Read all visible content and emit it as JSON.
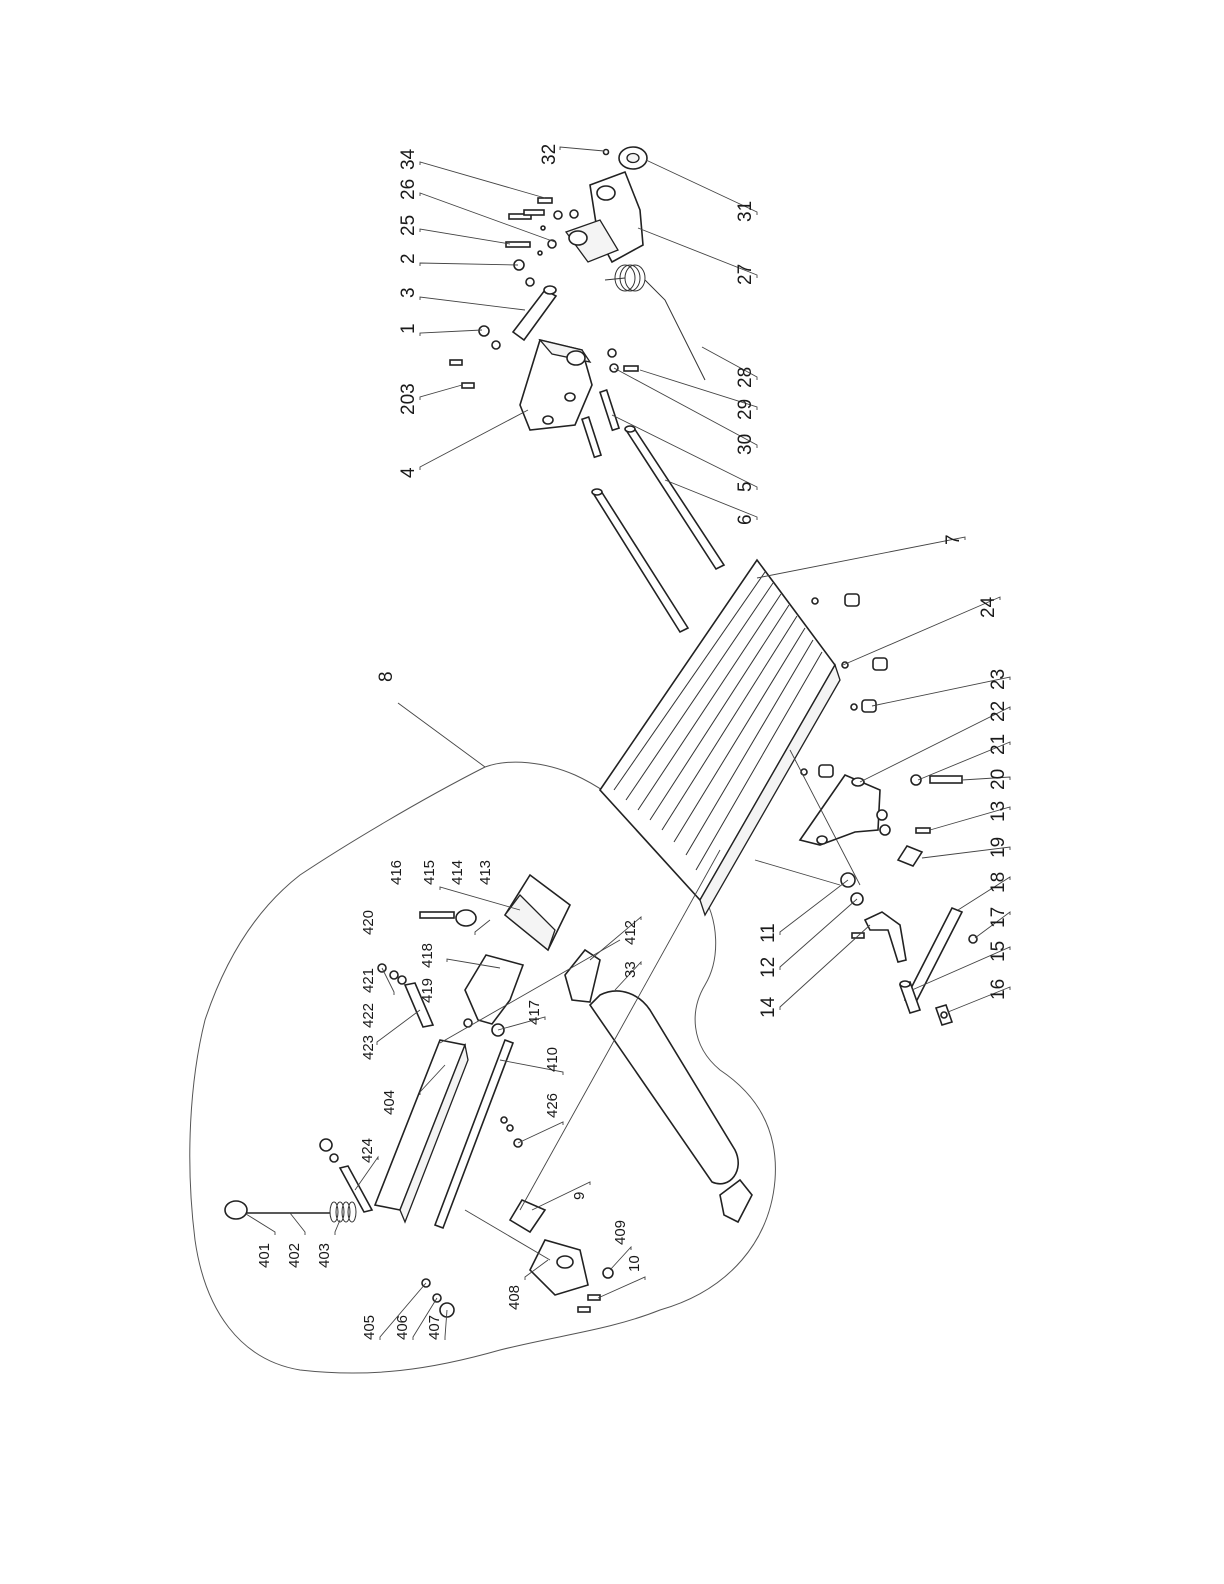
{
  "drawing": {
    "ink_color": "#222222",
    "background": "#ffffff",
    "callouts": [
      {
        "id": "c-34",
        "text": "34"
      },
      {
        "id": "c-26",
        "text": "26"
      },
      {
        "id": "c-25",
        "text": "25"
      },
      {
        "id": "c-2",
        "text": "2"
      },
      {
        "id": "c-3",
        "text": "3"
      },
      {
        "id": "c-1",
        "text": "1"
      },
      {
        "id": "c-203",
        "text": "203"
      },
      {
        "id": "c-4",
        "text": "4"
      },
      {
        "id": "c-32",
        "text": "32"
      },
      {
        "id": "c-31",
        "text": "31"
      },
      {
        "id": "c-27",
        "text": "27"
      },
      {
        "id": "c-28",
        "text": "28"
      },
      {
        "id": "c-29",
        "text": "29"
      },
      {
        "id": "c-30",
        "text": "30"
      },
      {
        "id": "c-5",
        "text": "5"
      },
      {
        "id": "c-6",
        "text": "6"
      },
      {
        "id": "c-7",
        "text": "7"
      },
      {
        "id": "c-24",
        "text": "24"
      },
      {
        "id": "c-23",
        "text": "23"
      },
      {
        "id": "c-22",
        "text": "22"
      },
      {
        "id": "c-21",
        "text": "21"
      },
      {
        "id": "c-20",
        "text": "20"
      },
      {
        "id": "c-13",
        "text": "13"
      },
      {
        "id": "c-19",
        "text": "19"
      },
      {
        "id": "c-18",
        "text": "18"
      },
      {
        "id": "c-17",
        "text": "17"
      },
      {
        "id": "c-15",
        "text": "15"
      },
      {
        "id": "c-16",
        "text": "16"
      },
      {
        "id": "c-11",
        "text": "11"
      },
      {
        "id": "c-12",
        "text": "12"
      },
      {
        "id": "c-14",
        "text": "14"
      },
      {
        "id": "c-8",
        "text": "8"
      },
      {
        "id": "c-416",
        "text": "416"
      },
      {
        "id": "c-415",
        "text": "415"
      },
      {
        "id": "c-414",
        "text": "414"
      },
      {
        "id": "c-413",
        "text": "413"
      },
      {
        "id": "c-420",
        "text": "420"
      },
      {
        "id": "c-418",
        "text": "418"
      },
      {
        "id": "c-421",
        "text": "421"
      },
      {
        "id": "c-422",
        "text": "422"
      },
      {
        "id": "c-419",
        "text": "419"
      },
      {
        "id": "c-423",
        "text": "423"
      },
      {
        "id": "c-412",
        "text": "412"
      },
      {
        "id": "c-33",
        "text": "33"
      },
      {
        "id": "c-417",
        "text": "417"
      },
      {
        "id": "c-410",
        "text": "410"
      },
      {
        "id": "c-404",
        "text": "404"
      },
      {
        "id": "c-426",
        "text": "426"
      },
      {
        "id": "c-424",
        "text": "424"
      },
      {
        "id": "c-9",
        "text": "9"
      },
      {
        "id": "c-409",
        "text": "409"
      },
      {
        "id": "c-10",
        "text": "10"
      },
      {
        "id": "c-401",
        "text": "401"
      },
      {
        "id": "c-402",
        "text": "402"
      },
      {
        "id": "c-403",
        "text": "403"
      },
      {
        "id": "c-408",
        "text": "408"
      },
      {
        "id": "c-405",
        "text": "405"
      },
      {
        "id": "c-406",
        "text": "406"
      },
      {
        "id": "c-407",
        "text": "407"
      }
    ]
  }
}
